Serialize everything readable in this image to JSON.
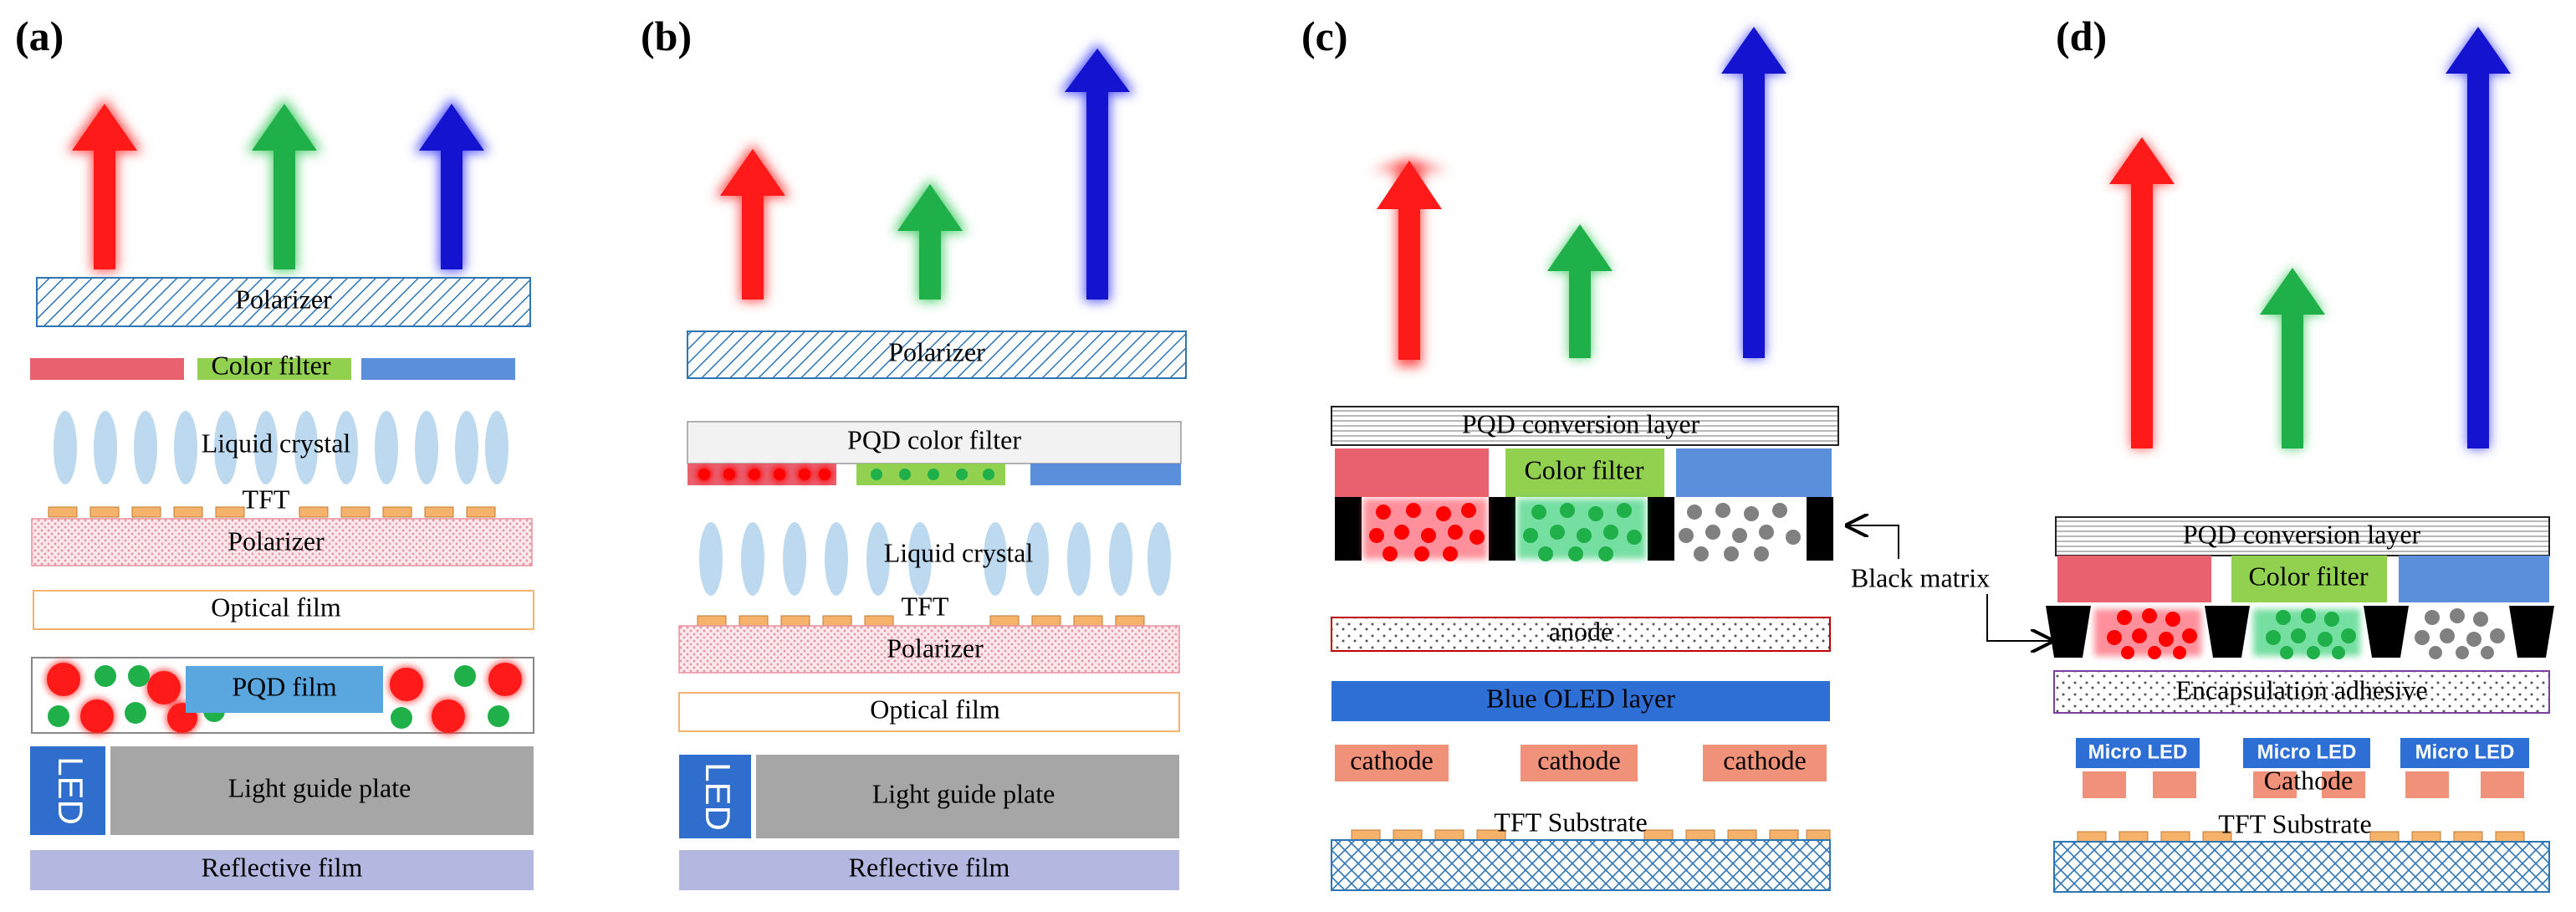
{
  "panels": {
    "a": {
      "label": "(a)",
      "polarizer_top": "Polarizer",
      "color_filter": "Color filter",
      "liquid_crystal": "Liquid crystal",
      "tft": "TFT",
      "polarizer_bottom": "Polarizer",
      "optical_film": "Optical film",
      "pqd_film": "PQD film",
      "led": "LED",
      "light_guide_plate": "Light guide plate",
      "reflective_film": "Reflective film"
    },
    "b": {
      "label": "(b)",
      "polarizer_top": "Polarizer",
      "pqd_color_filter": "PQD color filter",
      "liquid_crystal": "Liquid crystal",
      "tft": "TFT",
      "polarizer_bottom": "Polarizer",
      "optical_film": "Optical film",
      "led": "LED",
      "light_guide_plate": "Light guide plate",
      "reflective_film": "Reflective film"
    },
    "c": {
      "label": "(c)",
      "pqd_conversion_layer": "PQD conversion layer",
      "color_filter": "Color filter",
      "black_matrix": "Black matrix",
      "anode": "anode",
      "blue_oled_layer": "Blue OLED layer",
      "cathode_1": "cathode",
      "cathode_2": "cathode",
      "cathode_3": "cathode",
      "tft_substrate": "TFT Substrate"
    },
    "d": {
      "label": "(d)",
      "pqd_conversion_layer": "PQD conversion layer",
      "color_filter": "Color filter",
      "encapsulation_adhesive": "Encapsulation adhesive",
      "micro_led_1": "Micro LED",
      "micro_led_2": "Micro LED",
      "micro_led_3": "Micro LED",
      "cathode": "Cathode",
      "tft_substrate": "TFT Substrate"
    }
  },
  "colors": {
    "red": "#ff1a1a",
    "green": "#1fb04a",
    "blue": "#1414d0",
    "filter_red": "#e9606f",
    "filter_green": "#92d050",
    "filter_blue": "#5b8fdc",
    "lc": "#bcd9f0",
    "tft_pad": "#f4b26a",
    "pink_dots": "#f2c2cc",
    "gray_plate": "#a6a6a6",
    "led_blue": "#2f6ecc",
    "reflective": "#b4b8e0",
    "oled_blue": "#2e6fd6",
    "cathode": "#f0927a",
    "pqd_film_box": "#5aa7e0"
  }
}
